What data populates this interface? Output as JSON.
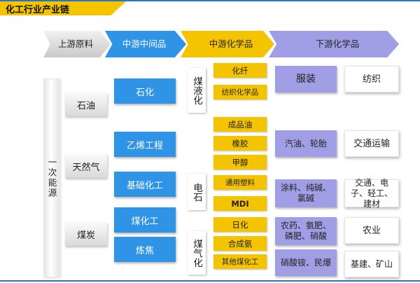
{
  "title": "化工行业产业链",
  "stages": {
    "upstream": "上游原料",
    "midstream_intermediate": "中游中间品",
    "midstream_chemicals": "中游化学品",
    "downstream_chemicals": "下游化学品"
  },
  "primary_energy": "一次能源",
  "raw_materials": [
    "石油",
    "天然气",
    "煤炭"
  ],
  "intermediates": [
    "石化",
    "乙烯工程",
    "基础化工",
    "煤化工",
    "炼焦"
  ],
  "processes": [
    "煤液化",
    "电石",
    "煤气化"
  ],
  "chemicals": [
    "化纤",
    "纺织化学品",
    "成品油",
    "橡胶",
    "甲醇",
    "通用塑料",
    "MDI",
    "日化",
    "合成氨",
    "其他煤化工"
  ],
  "downstream": [
    "服装",
    "汽油、轮胎",
    "涂料、纯碱、氯碱",
    "农药、氨肥、磷肥、硝酸",
    "硝酸铵、民爆"
  ],
  "end_uses": [
    "纺织",
    "交通运输",
    "交通、电子、轻工、建材",
    "农业",
    "基建、矿山"
  ],
  "colors": {
    "mid_blue": "#2f93e6",
    "chem_yellow": "#f5c400",
    "down_purple": "#a09fe6",
    "title_blue": "#2b73c4"
  }
}
